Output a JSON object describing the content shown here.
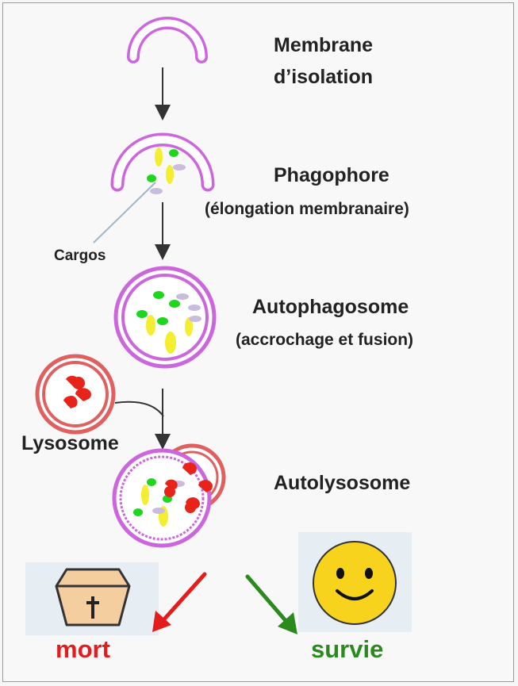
{
  "stages": {
    "membrane_line1": "Membrane",
    "membrane_line2": "d’isolation",
    "phagophore_title": "Phagophore",
    "phagophore_sub": "(élongation membranaire)",
    "cargos": "Cargos",
    "autophagosome_title": "Autophagosome",
    "autophagosome_sub": "(accrochage et fusion)",
    "lysosome": "Lysosome",
    "autolysosome": "Autolysosome"
  },
  "outcomes": {
    "death": {
      "label": "mort",
      "icon": "coffin-icon",
      "color": "#e51c1c"
    },
    "survival": {
      "label": "survie",
      "icon": "smiley-icon",
      "color": "#2a8a1e"
    }
  },
  "colors": {
    "membrane": "#cc66dd",
    "membrane_fill": "#ffffff",
    "lysosome": "#e06060",
    "lysosome_content": "#e8231a",
    "cargo_green": "#1ed61e",
    "cargo_yellow": "#f4ee30",
    "cargo_lilac": "#c9bcdc",
    "icon_panel": "#e6eef4"
  }
}
